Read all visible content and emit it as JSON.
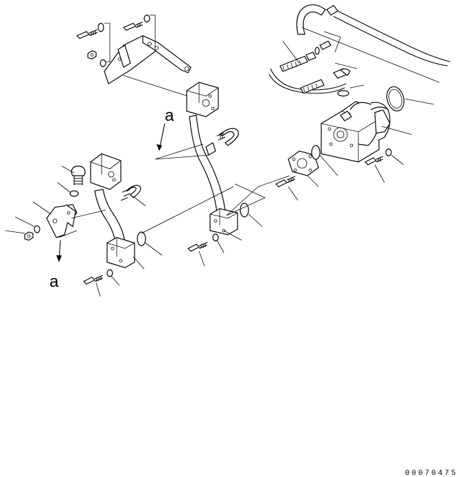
{
  "diagram": {
    "view_labels": [
      "a",
      "a"
    ],
    "drawing_number": "00070475"
  }
}
